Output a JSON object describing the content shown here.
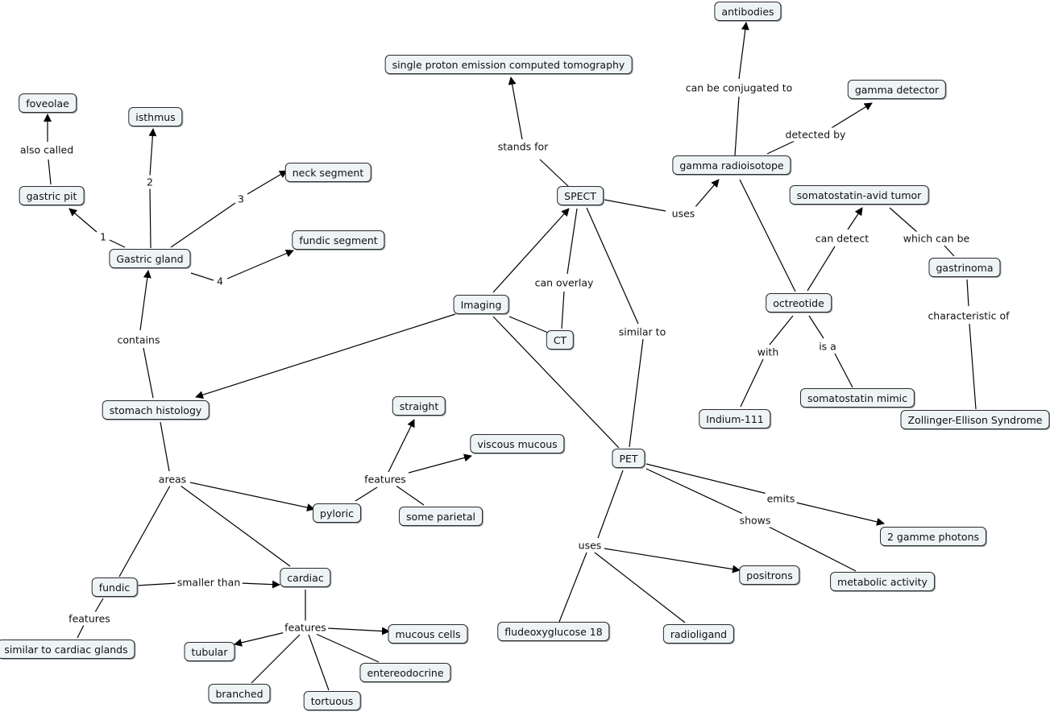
{
  "concepts": {
    "antibodies": "antibodies",
    "gamma_detector": "gamma detector",
    "spect_full": "single proton emission computed tomography",
    "foveolae": "foveolae",
    "isthmus": "isthmus",
    "neck_segment": "neck segment",
    "gastric_pit": "gastric pit",
    "fundic_segment": "fundic segment",
    "gastric_gland": "Gastric gland",
    "spect": "SPECT",
    "gamma_radioisotope": "gamma radioisotope",
    "somatostatin_tumor": "somatostatin-avid tumor",
    "gastrinoma": "gastrinoma",
    "octreotide": "octreotide",
    "imaging": "Imaging",
    "ct": "CT",
    "somatostatin_mimic": "somatostatin mimic",
    "indium": "Indium-111",
    "zollinger": "Zollinger-Ellison Syndrome",
    "stomach_histology": "stomach histology",
    "straight": "straight",
    "viscous_mucous": "viscous mucous",
    "pet": "PET",
    "pyloric": "pyloric",
    "some_parietal": "some parietal",
    "two_photons": "2 gamme photons",
    "positrons": "positrons",
    "fundic": "fundic",
    "cardiac": "cardiac",
    "metabolic_activity": "metabolic activity",
    "similar_cardiac": "similar to cardiac glands",
    "tubular": "tubular",
    "mucous_cells": "mucous cells",
    "fludeoxyglucose": "fludeoxyglucose 18",
    "radioligand": "radioligand",
    "entereodocrine": "entereodocrine",
    "branched": "branched",
    "tortuous": "tortuous"
  },
  "links": {
    "can_be_conjugated_to": "can be conjugated to",
    "detected_by": "detected by",
    "stands_for": "stands for",
    "uses_spect": "uses",
    "also_called": "also called",
    "two": "2",
    "three": "3",
    "one": "1",
    "four": "4",
    "can_detect": "can detect",
    "which_can_be": "which can be",
    "can_overlay": "can overlay",
    "characteristic_of": "characteristic of",
    "similar_to": "similar to",
    "contains": "contains",
    "with": "with",
    "is_a": "is a",
    "areas": "areas",
    "features_pyloric": "features",
    "emits": "emits",
    "shows": "shows",
    "uses_pet": "uses",
    "smaller_than": "smaller than",
    "features_cardiac": "features",
    "features_fundic": "features"
  }
}
